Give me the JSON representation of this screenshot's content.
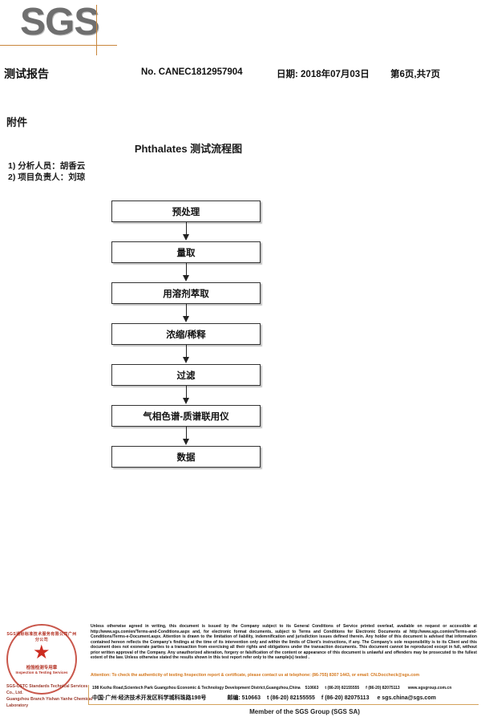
{
  "header": {
    "logo_text": "SGS",
    "report_title": "测试报告",
    "report_no": "No. CANEC1812957904",
    "report_date": "日期: 2018年07月03日",
    "page_indicator": "第6页,共7页"
  },
  "attachment": {
    "label": "附件",
    "flow_title": "Phthalates 测试流程图",
    "people": [
      "1)  分析人员：胡香云",
      "2)  项目负责人：刘琼"
    ]
  },
  "flowchart": {
    "steps": [
      {
        "label": "预处理"
      },
      {
        "label": "量取"
      },
      {
        "label": "用溶剂萃取"
      },
      {
        "label": "浓缩/稀释"
      },
      {
        "label": "过滤"
      },
      {
        "label": "气相色谱-质谱联用仪"
      },
      {
        "label": "数据"
      }
    ]
  },
  "footer": {
    "seal": {
      "arc_top": "SGS通标标准技术服务有限公司广州分公司",
      "center_cn": "检验检测专用章",
      "center_en": "Inspection & Testing Services",
      "caption_line1": "SGS-CSTC Standards Technical Services Co., Ltd.",
      "caption_line2": "Guangzhou Branch Yishan Yanhe Chemical Laboratory"
    },
    "legal_text": "Unless otherwise agreed in writing, this document is issued by the Company subject to its General Conditions of Service printed overleaf, available on request or accessible at http://www.sgs.com/en/Terms-and-Conditions.aspx and, for electronic format documents, subject to Terms and Conditions for Electronic Documents at http://www.sgs.com/en/Terms-and-Conditions/Terms-e-Document.aspx. Attention is drawn to the limitation of liability, indemnification and jurisdiction issues defined therein. Any holder of this document is advised that information contained hereon reflects the Company's findings at the time of its intervention only and within the limits of Client's instructions, if any. The Company's sole responsibility is to its Client and this document does not exonerate parties to a transaction from exercising all their rights and obligations under the transaction documents. This document cannot be reproduced except in full, without prior written approval of the Company. Any unauthorized alteration, forgery or falsification of the content or appearance of this document is unlawful and offenders may be prosecuted to the fullest extent of the law. Unless otherwise stated the results shown in this test report refer only to the sample(s) tested .",
    "attention_text": "Attention: To check the authenticity of testing /inspection report & certificate, please contact us at telephone: (86-755) 8307 1443, or email: CN.Doccheck@sgs.com",
    "address_en": {
      "street": "198 Kezhu Road,Scientech Park Guangzhou Economic & Technology Development District,Guangzhou,China",
      "postcode": "510663",
      "tel": "t (86-20) 82155555",
      "fax": "f (86-20) 82075113",
      "web": "www.sgsgroup.com.cn"
    },
    "address_cn": {
      "street": "中国·广州·经济技术开发区科学城科珠路198号",
      "postcode_label": "邮编: 510663",
      "tel": "t (86-20) 82155555",
      "fax": "f (86-20) 82075113",
      "email": "e sgs.china@sgs.com"
    },
    "member_line": "Member of the SGS Group (SGS SA)"
  },
  "colors": {
    "accent_orange": "#d4761a",
    "rule_orange": "#c8863c",
    "logo_gray": "#6f6f6f",
    "seal_red": "#c0392b"
  }
}
